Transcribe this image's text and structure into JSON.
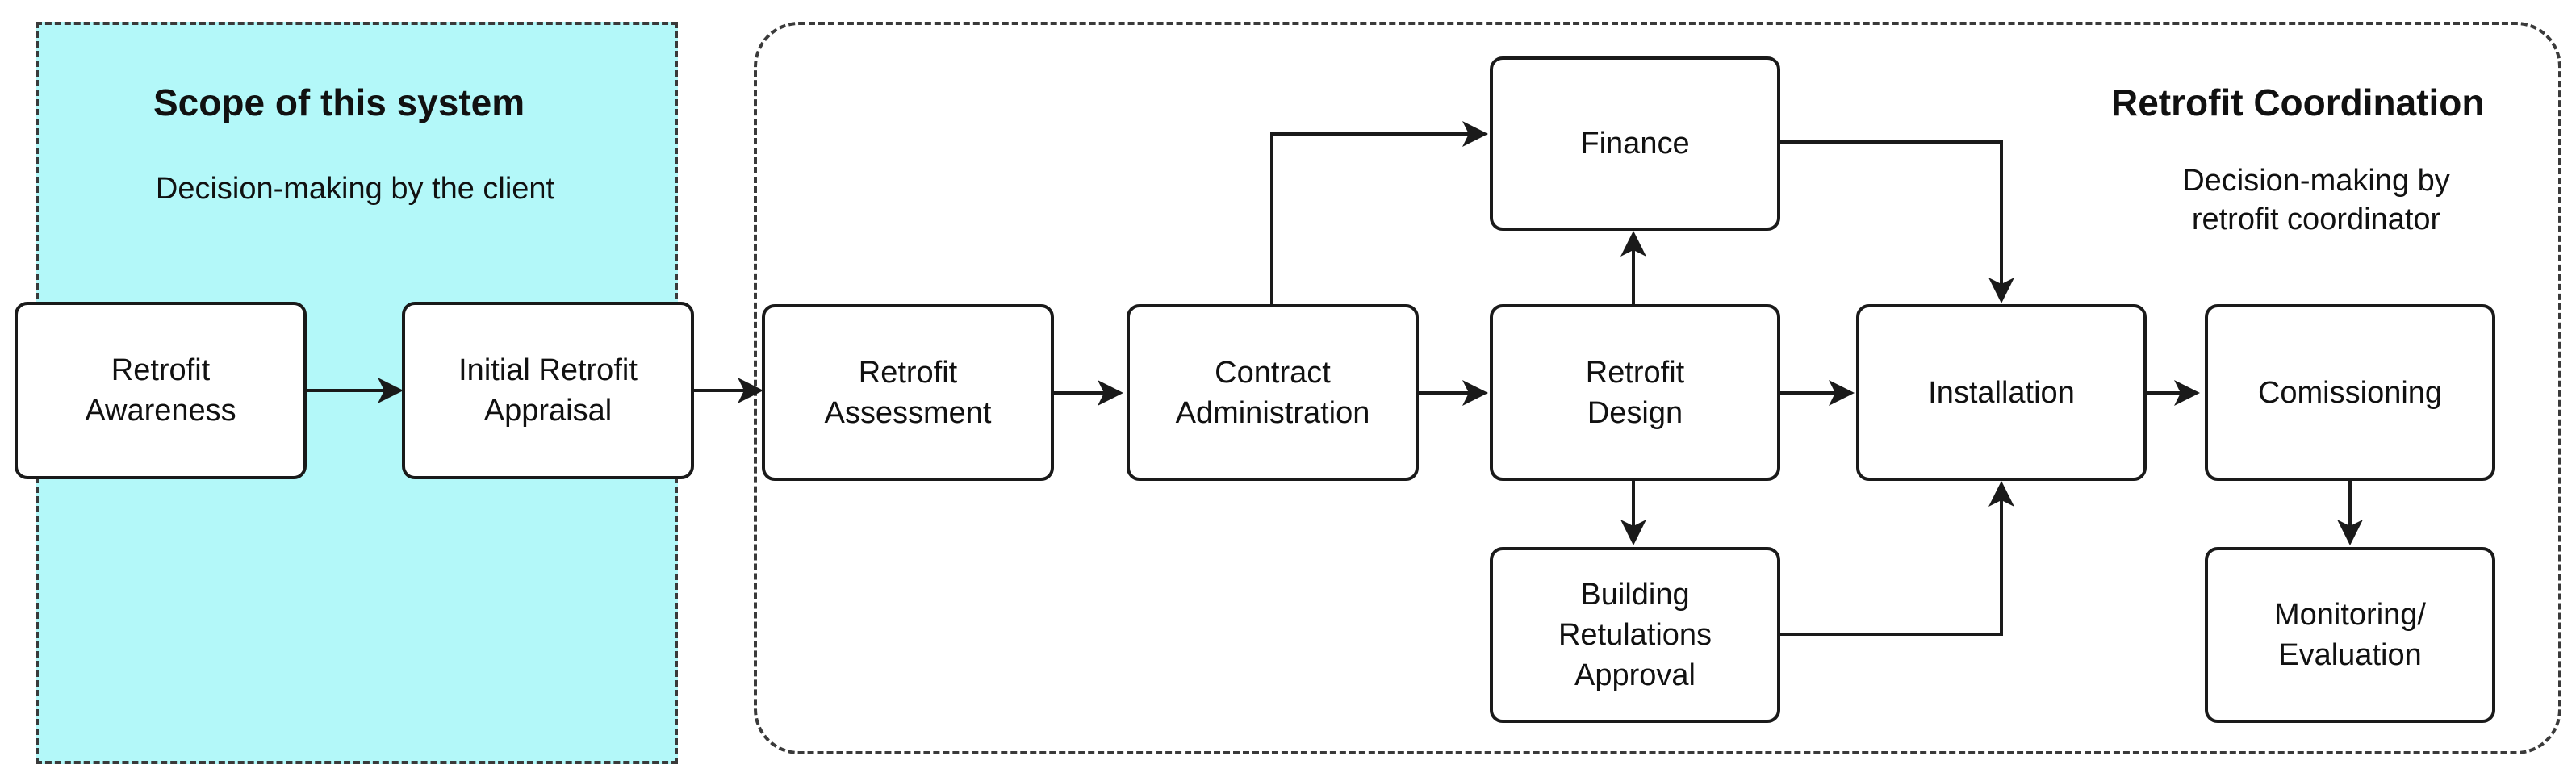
{
  "scope": {
    "title": "Scope of this system",
    "subtitle": "Decision-making by the client"
  },
  "coordination": {
    "title": "Retrofit Coordination",
    "subtitle_line1": "Decision-making by",
    "subtitle_line2": "retrofit coordinator"
  },
  "nodes": {
    "awareness": [
      "Retrofit",
      "Awareness"
    ],
    "appraisal": [
      "Initial Retrofit",
      "Appraisal"
    ],
    "assessment": [
      "Retrofit",
      "Assessment"
    ],
    "contract": [
      "Contract",
      "Administration"
    ],
    "finance": [
      "Finance"
    ],
    "design": [
      "Retrofit",
      "Design"
    ],
    "building": [
      "Building",
      "Retulations",
      "Approval"
    ],
    "installation": [
      "Installation"
    ],
    "comissioning": [
      "Comissioning"
    ],
    "monitoring": [
      "Monitoring/",
      "Evaluation"
    ]
  },
  "colors": {
    "scope_fill": "#b3f8f9",
    "line": "#1a1a1a"
  }
}
